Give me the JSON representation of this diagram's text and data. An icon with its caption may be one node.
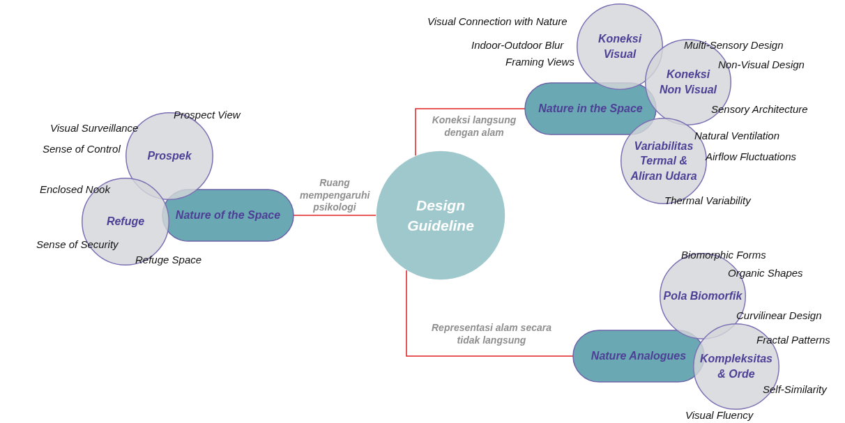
{
  "diagram": {
    "nodes": [
      {
        "text": [
          "Design Guideline"
        ]
      },
      {
        "text": [
          "Nature of the Space"
        ]
      },
      {
        "text": [
          "Prospek"
        ],
        "beside": [
          "Prospect View",
          "Visual Surveillance",
          "Sense of Control"
        ]
      },
      {
        "text": [
          "Refuge"
        ],
        "beside": [
          "Enclosed Nook",
          "Sense of Security",
          "Refuge Space"
        ]
      },
      {
        "text": [
          "Nature in the Space"
        ]
      },
      {
        "text": [
          "Koneksi Visual"
        ],
        "beside": [
          "Visual Connection with Nature",
          "Indoor-Outdoor Blur",
          "Framing Views"
        ]
      },
      {
        "text": [
          "Koneksi Non Visual"
        ],
        "beside": [
          "Multi-Sensory Design",
          "Non-Visual Design",
          "Sensory Architecture"
        ]
      },
      {
        "text": [
          "Variabilitas Termal & Aliran Udara"
        ],
        "beside": [
          "Natural Ventilation",
          "Airflow Fluctuations",
          "Thermal Variability"
        ]
      },
      {
        "text": [
          "Nature Analogues"
        ]
      },
      {
        "text": [
          "Pola Biomorfik"
        ],
        "beside": [
          "Biomorphic Forms",
          "Organic Shapes",
          "Curvilinear Design"
        ]
      },
      {
        "text": [
          "Kompleksitas & Orde"
        ],
        "beside": [
          "Fractal Patterns",
          "Self-Similarity",
          "Visual Fluency"
        ]
      }
    ],
    "edges": [
      {
        "from": 0,
        "to": 1,
        "arrow": "none",
        "label": "Ruang mempengaruhi psikologi"
      },
      {
        "from": 0,
        "to": 4,
        "arrow": "none",
        "label": "Koneksi langsung dengan alam"
      },
      {
        "from": 0,
        "to": 8,
        "arrow": "none",
        "label": "Representasi alam secara tidak langsung"
      }
    ]
  }
}
